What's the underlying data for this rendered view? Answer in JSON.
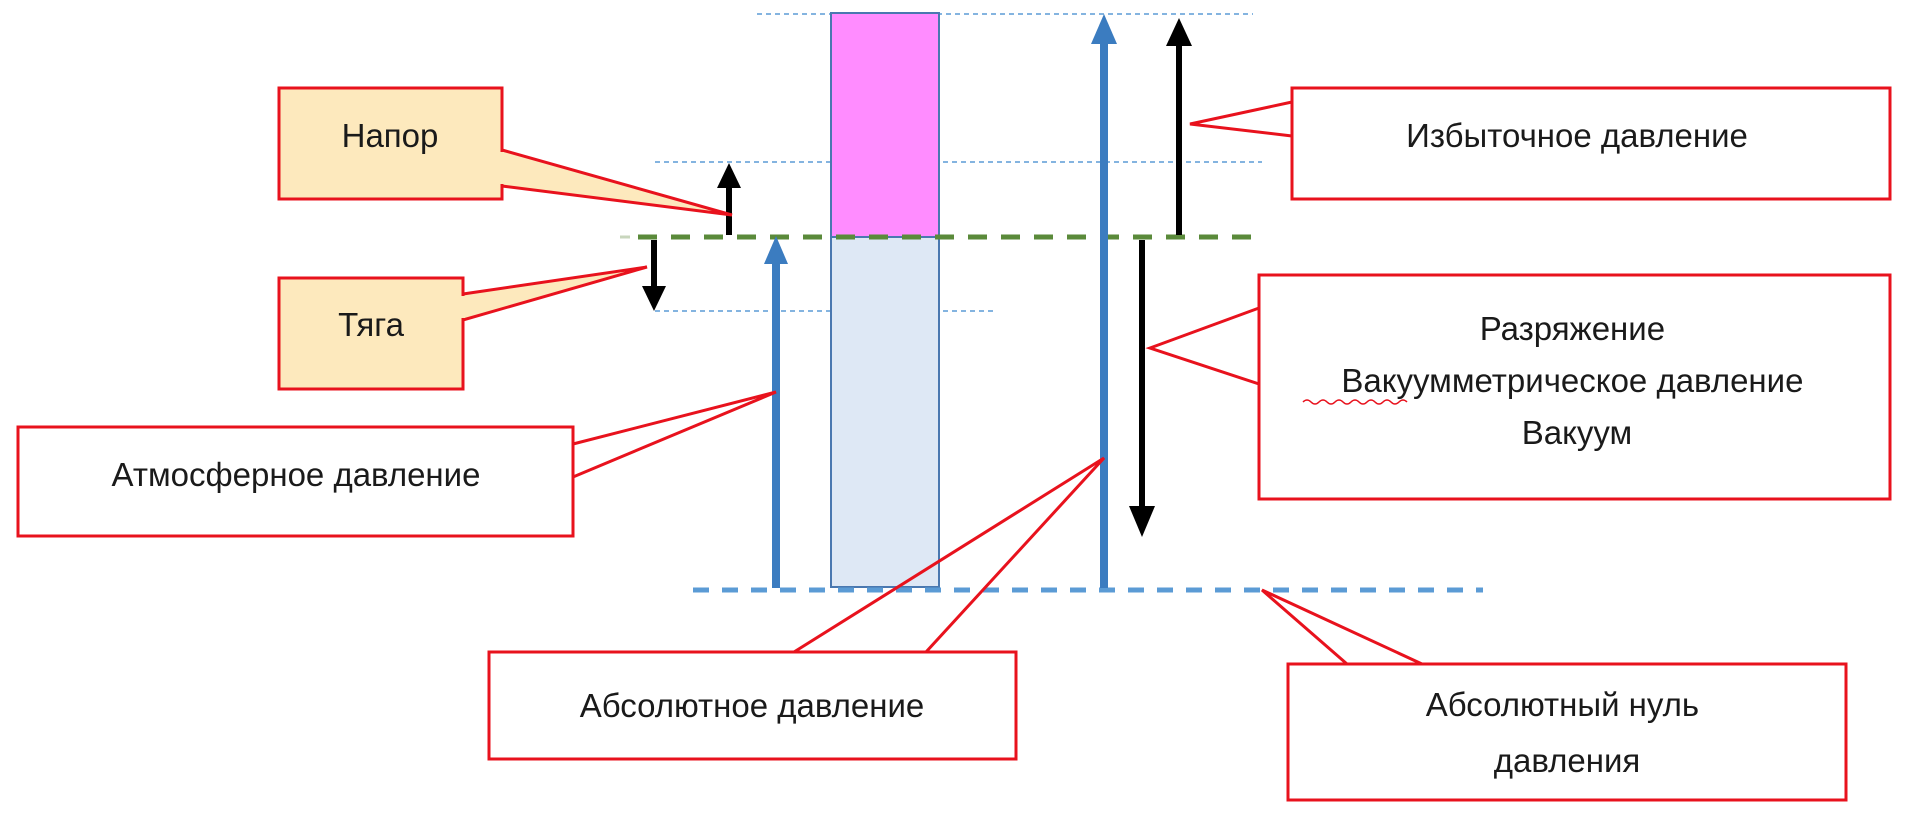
{
  "colors": {
    "callout_border": "#e8121d",
    "callout_fill_highlight": "#fde9bd",
    "callout_fill_plain": "#ffffff",
    "overpressure_column": "#ff8cff",
    "atmosphere_column": "#dee8f5",
    "column_border": "#4a78b0",
    "atmosphere_line": "#5a8a3a",
    "absolute_zero_line": "#5b9bd5",
    "guide_line": "#5b9bd5",
    "pressure_arrow": "#3b7cc0",
    "black_arrow": "#000000",
    "text": "#1a1a1a"
  },
  "icons": {
    "arrow": "arrow-icon"
  },
  "callouts": {
    "napor": {
      "lines": [
        "Напор"
      ]
    },
    "tyaga": {
      "lines": [
        "Тяга"
      ]
    },
    "atmospheric": {
      "lines": [
        "Атмосферное давление"
      ]
    },
    "absolute": {
      "lines": [
        "Абсолютное давление"
      ]
    },
    "excess": {
      "lines": [
        "Избыточное давление"
      ]
    },
    "vacuum": {
      "lines": [
        "Разряжение",
        "Вакуумметрическое давление",
        "Вакуум"
      ]
    },
    "absolute_zero": {
      "lines": [
        "Абсолютный нуль",
        "давления"
      ]
    }
  }
}
